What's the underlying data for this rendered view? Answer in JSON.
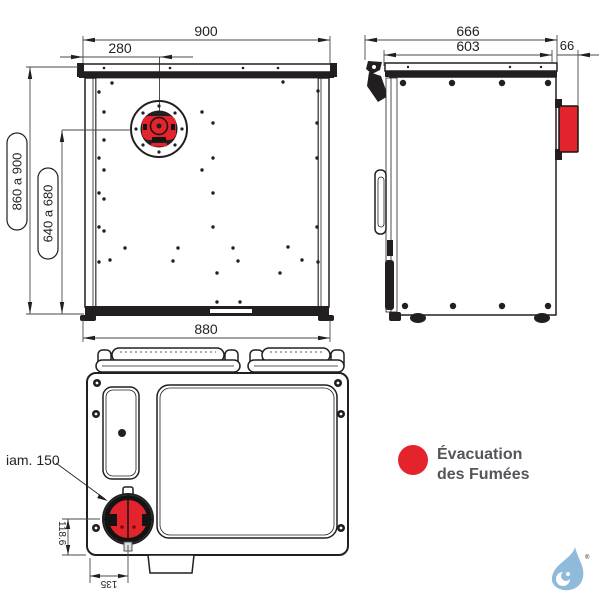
{
  "drawing": {
    "front_view": {
      "dim_width_top": "900",
      "dim_flue_offset": "280",
      "dim_height_range": "860 a 900",
      "dim_flue_height_range": "640 a 680",
      "dim_width_bottom": "880"
    },
    "side_view": {
      "dim_depth_total": "666",
      "dim_depth_body": "603",
      "dim_flue_offset_rear": "66"
    },
    "top_view": {
      "flue_diameter_label": "iam. 150",
      "dim_flue_offset_y": "118.6",
      "dim_flue_offset_x": "135"
    },
    "legend": {
      "label_line1": "Évacuation",
      "label_line2": "des Fumées"
    },
    "logo": {
      "registered_mark": "®"
    },
    "colors": {
      "accent_red": "#e3242d",
      "line_color": "#231f20",
      "legend_text": "#54565b",
      "logo_blue": "#8fbada"
    }
  }
}
